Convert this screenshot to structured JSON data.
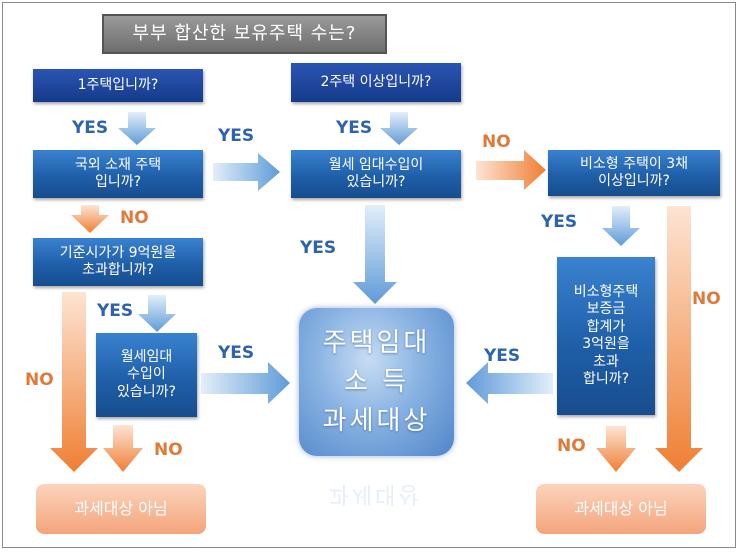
{
  "title": "부부 합산한 보유주택 수는?",
  "boxes": {
    "one_house": "1주택입니까?",
    "two_houses": "2주택 이상입니까?",
    "overseas": "국외 소재 주택\n입니까?",
    "monthly_rent_top": "월세 임대수입이\n있습니까?",
    "small_houses": "비소형 주택이 3채\n이상입니까?",
    "price_over": "기준시가가 9억원을\n초과합니까?",
    "monthly_rent_left": "월세임대\n수입이\n있습니까?",
    "deposit": "비소형주택\n보증금\n합계가\n3억원을\n초과\n합니까?",
    "center": "주택임대\n소 득\n과세대상",
    "center_reflection": "과세대상",
    "not_taxable_left": "과세대상 아님",
    "not_taxable_right": "과세대상 아님"
  },
  "labels": {
    "yes": "YES",
    "no": "NO"
  },
  "colors": {
    "blue_box": "#1f5fa9",
    "yes_text": "#2e63ad",
    "no_text": "#e07a3a",
    "blue_arrow": "#6fa7dd",
    "orange_arrow": "#f08a43",
    "peach_box": "#f6b08c"
  }
}
